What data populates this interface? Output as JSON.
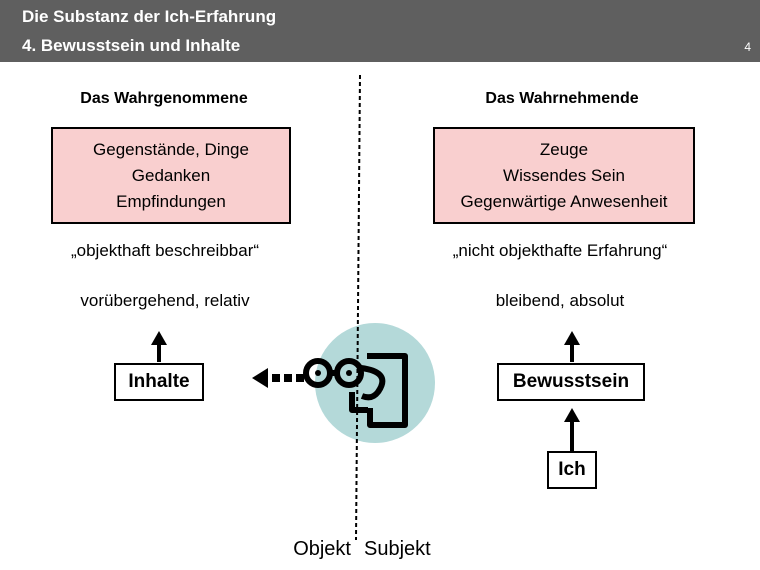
{
  "header": {
    "title": "Die Substanz der Ich-Erfahrung",
    "subtitle": "4. Bewusstsein und Inhalte",
    "page_number": "4"
  },
  "left": {
    "heading": "Das Wahrgenommene",
    "box_lines": [
      "Gegenstände, Dinge",
      "Gedanken",
      "Empfindungen"
    ],
    "quote": "„objekthaft beschreibbar“",
    "quality": "vorübergehend, relativ",
    "node": "Inhalte"
  },
  "right": {
    "heading": "Das Wahrnehmende",
    "box_lines": [
      "Zeuge",
      "Wissendes Sein",
      "Gegenwärtige Anwesenheit"
    ],
    "quote": "„nicht objekthafte Erfahrung“",
    "quality": "bleibend, absolut",
    "node": "Bewusstsein",
    "bottom_node": "Ich"
  },
  "divider_labels": {
    "left": "Objekt",
    "right": "Subjekt"
  },
  "colors": {
    "header_bg": "#5f5f5f",
    "box_fill": "#f9cfcf",
    "circle_fill": "#b4d9d9"
  },
  "icons": [
    "face-with-glasses-icon",
    "arrow-up-icon",
    "dotted-arrow-left-icon"
  ]
}
